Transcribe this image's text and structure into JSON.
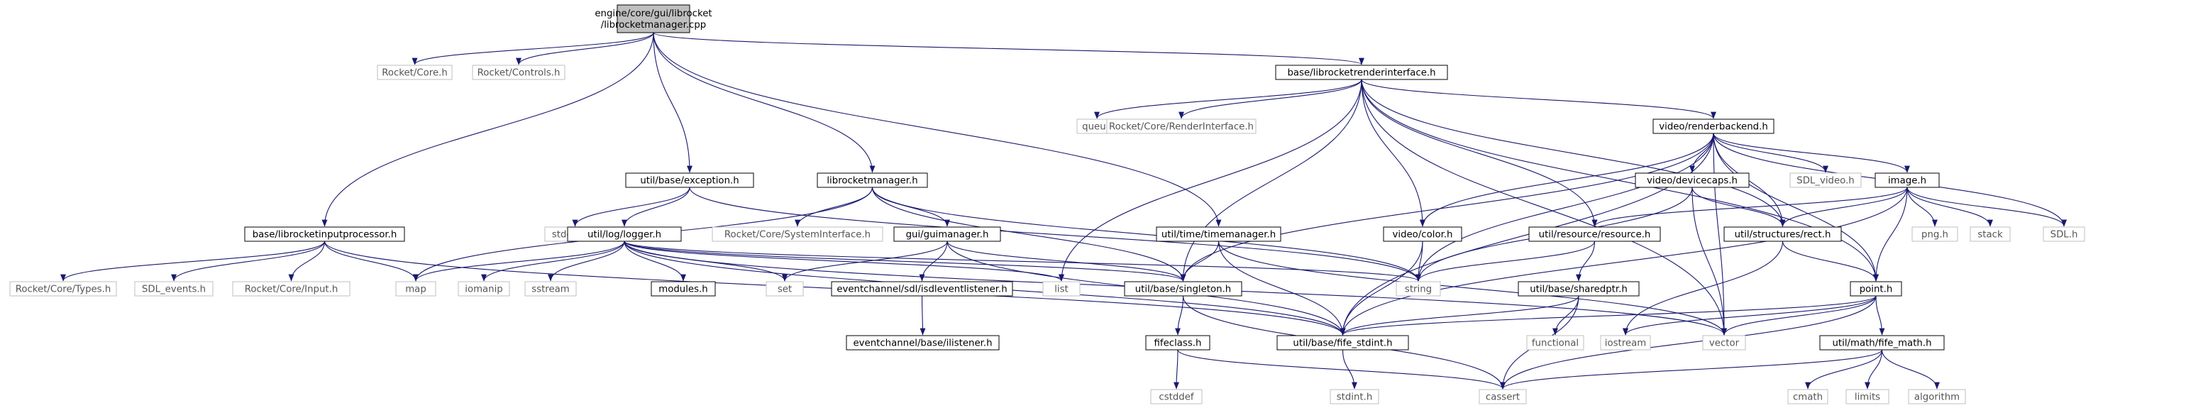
{
  "colors": {
    "edge": "#191970",
    "node_stroke": "#000000",
    "external_stroke": "#bfbfbf",
    "external_text": "#555555",
    "root_fill": "#bfbfbf",
    "node_fill": "#ffffff"
  },
  "graph": {
    "nodes": [
      {
        "id": "root",
        "lines": [
          "engine/core/gui/librocket",
          "/librocketmanager.cpp"
        ],
        "kind": "root"
      },
      {
        "id": "rocket_core",
        "lines": [
          "Rocket/Core.h"
        ],
        "kind": "external"
      },
      {
        "id": "rocket_controls",
        "lines": [
          "Rocket/Controls.h"
        ],
        "kind": "external"
      },
      {
        "id": "renderinterface",
        "lines": [
          "base/librocketrenderinterface.h"
        ],
        "kind": "internal"
      },
      {
        "id": "queue",
        "lines": [
          "queue"
        ],
        "kind": "external"
      },
      {
        "id": "rocket_ri",
        "lines": [
          "Rocket/Core/RenderInterface.h"
        ],
        "kind": "external"
      },
      {
        "id": "renderbackend",
        "lines": [
          "video/renderbackend.h"
        ],
        "kind": "internal"
      },
      {
        "id": "exception",
        "lines": [
          "util/base/exception.h"
        ],
        "kind": "internal"
      },
      {
        "id": "lrmanager",
        "lines": [
          "librocketmanager.h"
        ],
        "kind": "internal"
      },
      {
        "id": "devicecaps",
        "lines": [
          "video/devicecaps.h"
        ],
        "kind": "internal"
      },
      {
        "id": "sdl_video",
        "lines": [
          "SDL_video.h"
        ],
        "kind": "external"
      },
      {
        "id": "image",
        "lines": [
          "image.h"
        ],
        "kind": "internal"
      },
      {
        "id": "inputproc",
        "lines": [
          "base/librocketinputprocessor.h"
        ],
        "kind": "internal"
      },
      {
        "id": "stdexcept",
        "lines": [
          "stdexcept"
        ],
        "kind": "external"
      },
      {
        "id": "logger",
        "lines": [
          "util/log/logger.h"
        ],
        "kind": "internal"
      },
      {
        "id": "rocket_sys",
        "lines": [
          "Rocket/Core/SystemInterface.h"
        ],
        "kind": "external"
      },
      {
        "id": "guimanager",
        "lines": [
          "gui/guimanager.h"
        ],
        "kind": "internal"
      },
      {
        "id": "timemanager",
        "lines": [
          "util/time/timemanager.h"
        ],
        "kind": "internal"
      },
      {
        "id": "color",
        "lines": [
          "video/color.h"
        ],
        "kind": "internal"
      },
      {
        "id": "resource",
        "lines": [
          "util/resource/resource.h"
        ],
        "kind": "internal"
      },
      {
        "id": "rect",
        "lines": [
          "util/structures/rect.h"
        ],
        "kind": "internal"
      },
      {
        "id": "png",
        "lines": [
          "png.h"
        ],
        "kind": "external"
      },
      {
        "id": "stack",
        "lines": [
          "stack"
        ],
        "kind": "external"
      },
      {
        "id": "sdl_h",
        "lines": [
          "SDL.h"
        ],
        "kind": "external"
      },
      {
        "id": "rocket_types",
        "lines": [
          "Rocket/Core/Types.h"
        ],
        "kind": "external"
      },
      {
        "id": "sdl_events",
        "lines": [
          "SDL_events.h"
        ],
        "kind": "external"
      },
      {
        "id": "rocket_input",
        "lines": [
          "Rocket/Core/Input.h"
        ],
        "kind": "external"
      },
      {
        "id": "map",
        "lines": [
          "map"
        ],
        "kind": "external"
      },
      {
        "id": "iomanip",
        "lines": [
          "iomanip"
        ],
        "kind": "external"
      },
      {
        "id": "sstream",
        "lines": [
          "sstream"
        ],
        "kind": "external"
      },
      {
        "id": "modules",
        "lines": [
          "modules.h"
        ],
        "kind": "internal"
      },
      {
        "id": "set",
        "lines": [
          "set"
        ],
        "kind": "external"
      },
      {
        "id": "sdllistener",
        "lines": [
          "eventchannel/sdl/isdleventlistener.h"
        ],
        "kind": "internal"
      },
      {
        "id": "list",
        "lines": [
          "list"
        ],
        "kind": "external"
      },
      {
        "id": "singleton",
        "lines": [
          "util/base/singleton.h"
        ],
        "kind": "internal"
      },
      {
        "id": "string",
        "lines": [
          "string"
        ],
        "kind": "external"
      },
      {
        "id": "sharedptr",
        "lines": [
          "util/base/sharedptr.h"
        ],
        "kind": "internal"
      },
      {
        "id": "point",
        "lines": [
          "point.h"
        ],
        "kind": "internal"
      },
      {
        "id": "ilistener",
        "lines": [
          "eventchannel/base/ilistener.h"
        ],
        "kind": "internal"
      },
      {
        "id": "fifeclass",
        "lines": [
          "fifeclass.h"
        ],
        "kind": "internal"
      },
      {
        "id": "fife_stdint",
        "lines": [
          "util/base/fife_stdint.h"
        ],
        "kind": "internal"
      },
      {
        "id": "functional",
        "lines": [
          "functional"
        ],
        "kind": "external"
      },
      {
        "id": "iostream",
        "lines": [
          "iostream"
        ],
        "kind": "external"
      },
      {
        "id": "vector",
        "lines": [
          "vector"
        ],
        "kind": "external"
      },
      {
        "id": "fife_math",
        "lines": [
          "util/math/fife_math.h"
        ],
        "kind": "internal"
      },
      {
        "id": "cstddef",
        "lines": [
          "cstddef"
        ],
        "kind": "external"
      },
      {
        "id": "stdint",
        "lines": [
          "stdint.h"
        ],
        "kind": "external"
      },
      {
        "id": "cassert",
        "lines": [
          "cassert"
        ],
        "kind": "external"
      },
      {
        "id": "cmath",
        "lines": [
          "cmath"
        ],
        "kind": "external"
      },
      {
        "id": "limits",
        "lines": [
          "limits"
        ],
        "kind": "external"
      },
      {
        "id": "algorithm",
        "lines": [
          "algorithm"
        ],
        "kind": "external"
      }
    ],
    "edges": [
      [
        "root",
        "rocket_core"
      ],
      [
        "root",
        "rocket_controls"
      ],
      [
        "root",
        "renderinterface"
      ],
      [
        "root",
        "exception"
      ],
      [
        "root",
        "lrmanager"
      ],
      [
        "root",
        "inputproc"
      ],
      [
        "root",
        "timemanager"
      ],
      [
        "renderinterface",
        "queue"
      ],
      [
        "renderinterface",
        "rocket_ri"
      ],
      [
        "renderinterface",
        "renderbackend"
      ],
      [
        "renderinterface",
        "list"
      ],
      [
        "renderinterface",
        "singleton"
      ],
      [
        "renderinterface",
        "color"
      ],
      [
        "renderinterface",
        "resource"
      ],
      [
        "renderinterface",
        "rect"
      ],
      [
        "renderinterface",
        "point"
      ],
      [
        "renderinterface",
        "vector"
      ],
      [
        "renderbackend",
        "devicecaps"
      ],
      [
        "renderbackend",
        "sdl_video"
      ],
      [
        "renderbackend",
        "image"
      ],
      [
        "renderbackend",
        "string"
      ],
      [
        "renderbackend",
        "singleton"
      ],
      [
        "renderbackend",
        "fife_stdint"
      ],
      [
        "renderbackend",
        "color"
      ],
      [
        "renderbackend",
        "rect"
      ],
      [
        "renderbackend",
        "point"
      ],
      [
        "renderbackend",
        "sdl_h"
      ],
      [
        "renderbackend",
        "vector"
      ],
      [
        "exception",
        "stdexcept"
      ],
      [
        "exception",
        "logger"
      ],
      [
        "exception",
        "string"
      ],
      [
        "lrmanager",
        "rocket_sys"
      ],
      [
        "lrmanager",
        "guimanager"
      ],
      [
        "lrmanager",
        "singleton"
      ],
      [
        "lrmanager",
        "map"
      ],
      [
        "lrmanager",
        "string"
      ],
      [
        "devicecaps",
        "rect"
      ],
      [
        "devicecaps",
        "string"
      ],
      [
        "devicecaps",
        "vector"
      ],
      [
        "image",
        "resource"
      ],
      [
        "image",
        "rect"
      ],
      [
        "image",
        "png"
      ],
      [
        "image",
        "stack"
      ],
      [
        "image",
        "sdl_h"
      ],
      [
        "image",
        "point"
      ],
      [
        "image",
        "fife_stdint"
      ],
      [
        "inputproc",
        "rocket_types"
      ],
      [
        "inputproc",
        "sdl_events"
      ],
      [
        "inputproc",
        "rocket_input"
      ],
      [
        "inputproc",
        "map"
      ],
      [
        "inputproc",
        "fife_stdint"
      ],
      [
        "logger",
        "map"
      ],
      [
        "logger",
        "iomanip"
      ],
      [
        "logger",
        "sstream"
      ],
      [
        "logger",
        "modules"
      ],
      [
        "logger",
        "set"
      ],
      [
        "logger",
        "list"
      ],
      [
        "logger",
        "string"
      ],
      [
        "logger",
        "singleton"
      ],
      [
        "logger",
        "fife_stdint"
      ],
      [
        "logger",
        "vector"
      ],
      [
        "guimanager",
        "set"
      ],
      [
        "guimanager",
        "sdllistener"
      ],
      [
        "guimanager",
        "singleton"
      ],
      [
        "guimanager",
        "fife_stdint"
      ],
      [
        "timemanager",
        "singleton"
      ],
      [
        "timemanager",
        "fife_stdint"
      ],
      [
        "timemanager",
        "vector"
      ],
      [
        "color",
        "string"
      ],
      [
        "color",
        "fife_stdint"
      ],
      [
        "resource",
        "sharedptr"
      ],
      [
        "resource",
        "string"
      ],
      [
        "rect",
        "point"
      ],
      [
        "rect",
        "iostream"
      ],
      [
        "sdllistener",
        "ilistener"
      ],
      [
        "singleton",
        "fifeclass"
      ],
      [
        "singleton",
        "cassert"
      ],
      [
        "sharedptr",
        "fife_stdint"
      ],
      [
        "sharedptr",
        "functional"
      ],
      [
        "sharedptr",
        "cassert"
      ],
      [
        "point",
        "fife_stdint"
      ],
      [
        "point",
        "iostream"
      ],
      [
        "point",
        "vector"
      ],
      [
        "point",
        "fife_math"
      ],
      [
        "point",
        "cassert"
      ],
      [
        "fifeclass",
        "cstddef"
      ],
      [
        "fifeclass",
        "cassert"
      ],
      [
        "fife_stdint",
        "stdint"
      ],
      [
        "fife_math",
        "cassert"
      ],
      [
        "fife_math",
        "cmath"
      ],
      [
        "fife_math",
        "limits"
      ],
      [
        "fife_math",
        "algorithm"
      ]
    ]
  }
}
